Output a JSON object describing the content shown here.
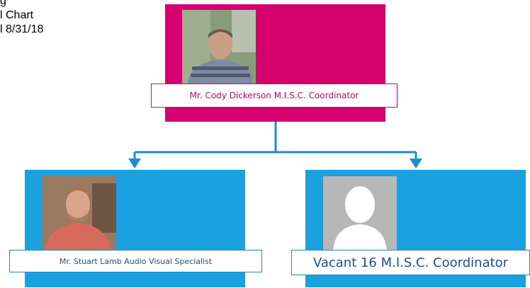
{
  "header": {
    "line1": "g",
    "line2": "l Chart",
    "line3": "l 8/31/18"
  },
  "top_node": {
    "label": "Mr. Cody Dickerson M.I.S.C. Coordinator",
    "color": "#d6006e"
  },
  "children": [
    {
      "label": "Mr. Stuart Lamb Audio Visual Specialist",
      "color": "#1aa1e0"
    },
    {
      "label": "Vacant 16 M.I.S.C. Coordinator",
      "color": "#1aa1e0"
    }
  ],
  "connector_color": "#1b8ed0"
}
